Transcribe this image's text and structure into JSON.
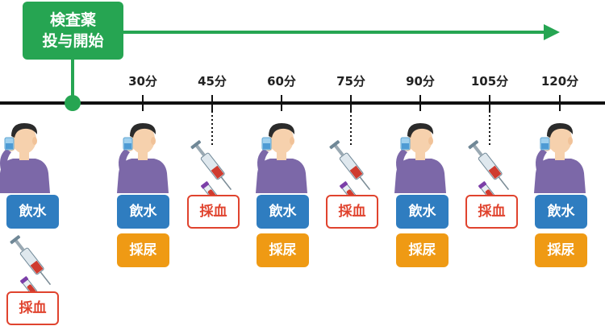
{
  "start": {
    "line1": "検査薬",
    "line2": "投与開始"
  },
  "timeline": {
    "ticks": [
      "30分",
      "45分",
      "60分",
      "75分",
      "90分",
      "105分",
      "120分"
    ]
  },
  "labels": {
    "water": "飲水",
    "urine": "採尿",
    "blood": "採血"
  },
  "colors": {
    "green": "#26a552",
    "water": "#2f7dc0",
    "urine": "#ef9a14",
    "blood": "#e0432e",
    "shirt": "#7c68a8",
    "skin": "#f6d1ad",
    "hair": "#2b2b2b"
  }
}
